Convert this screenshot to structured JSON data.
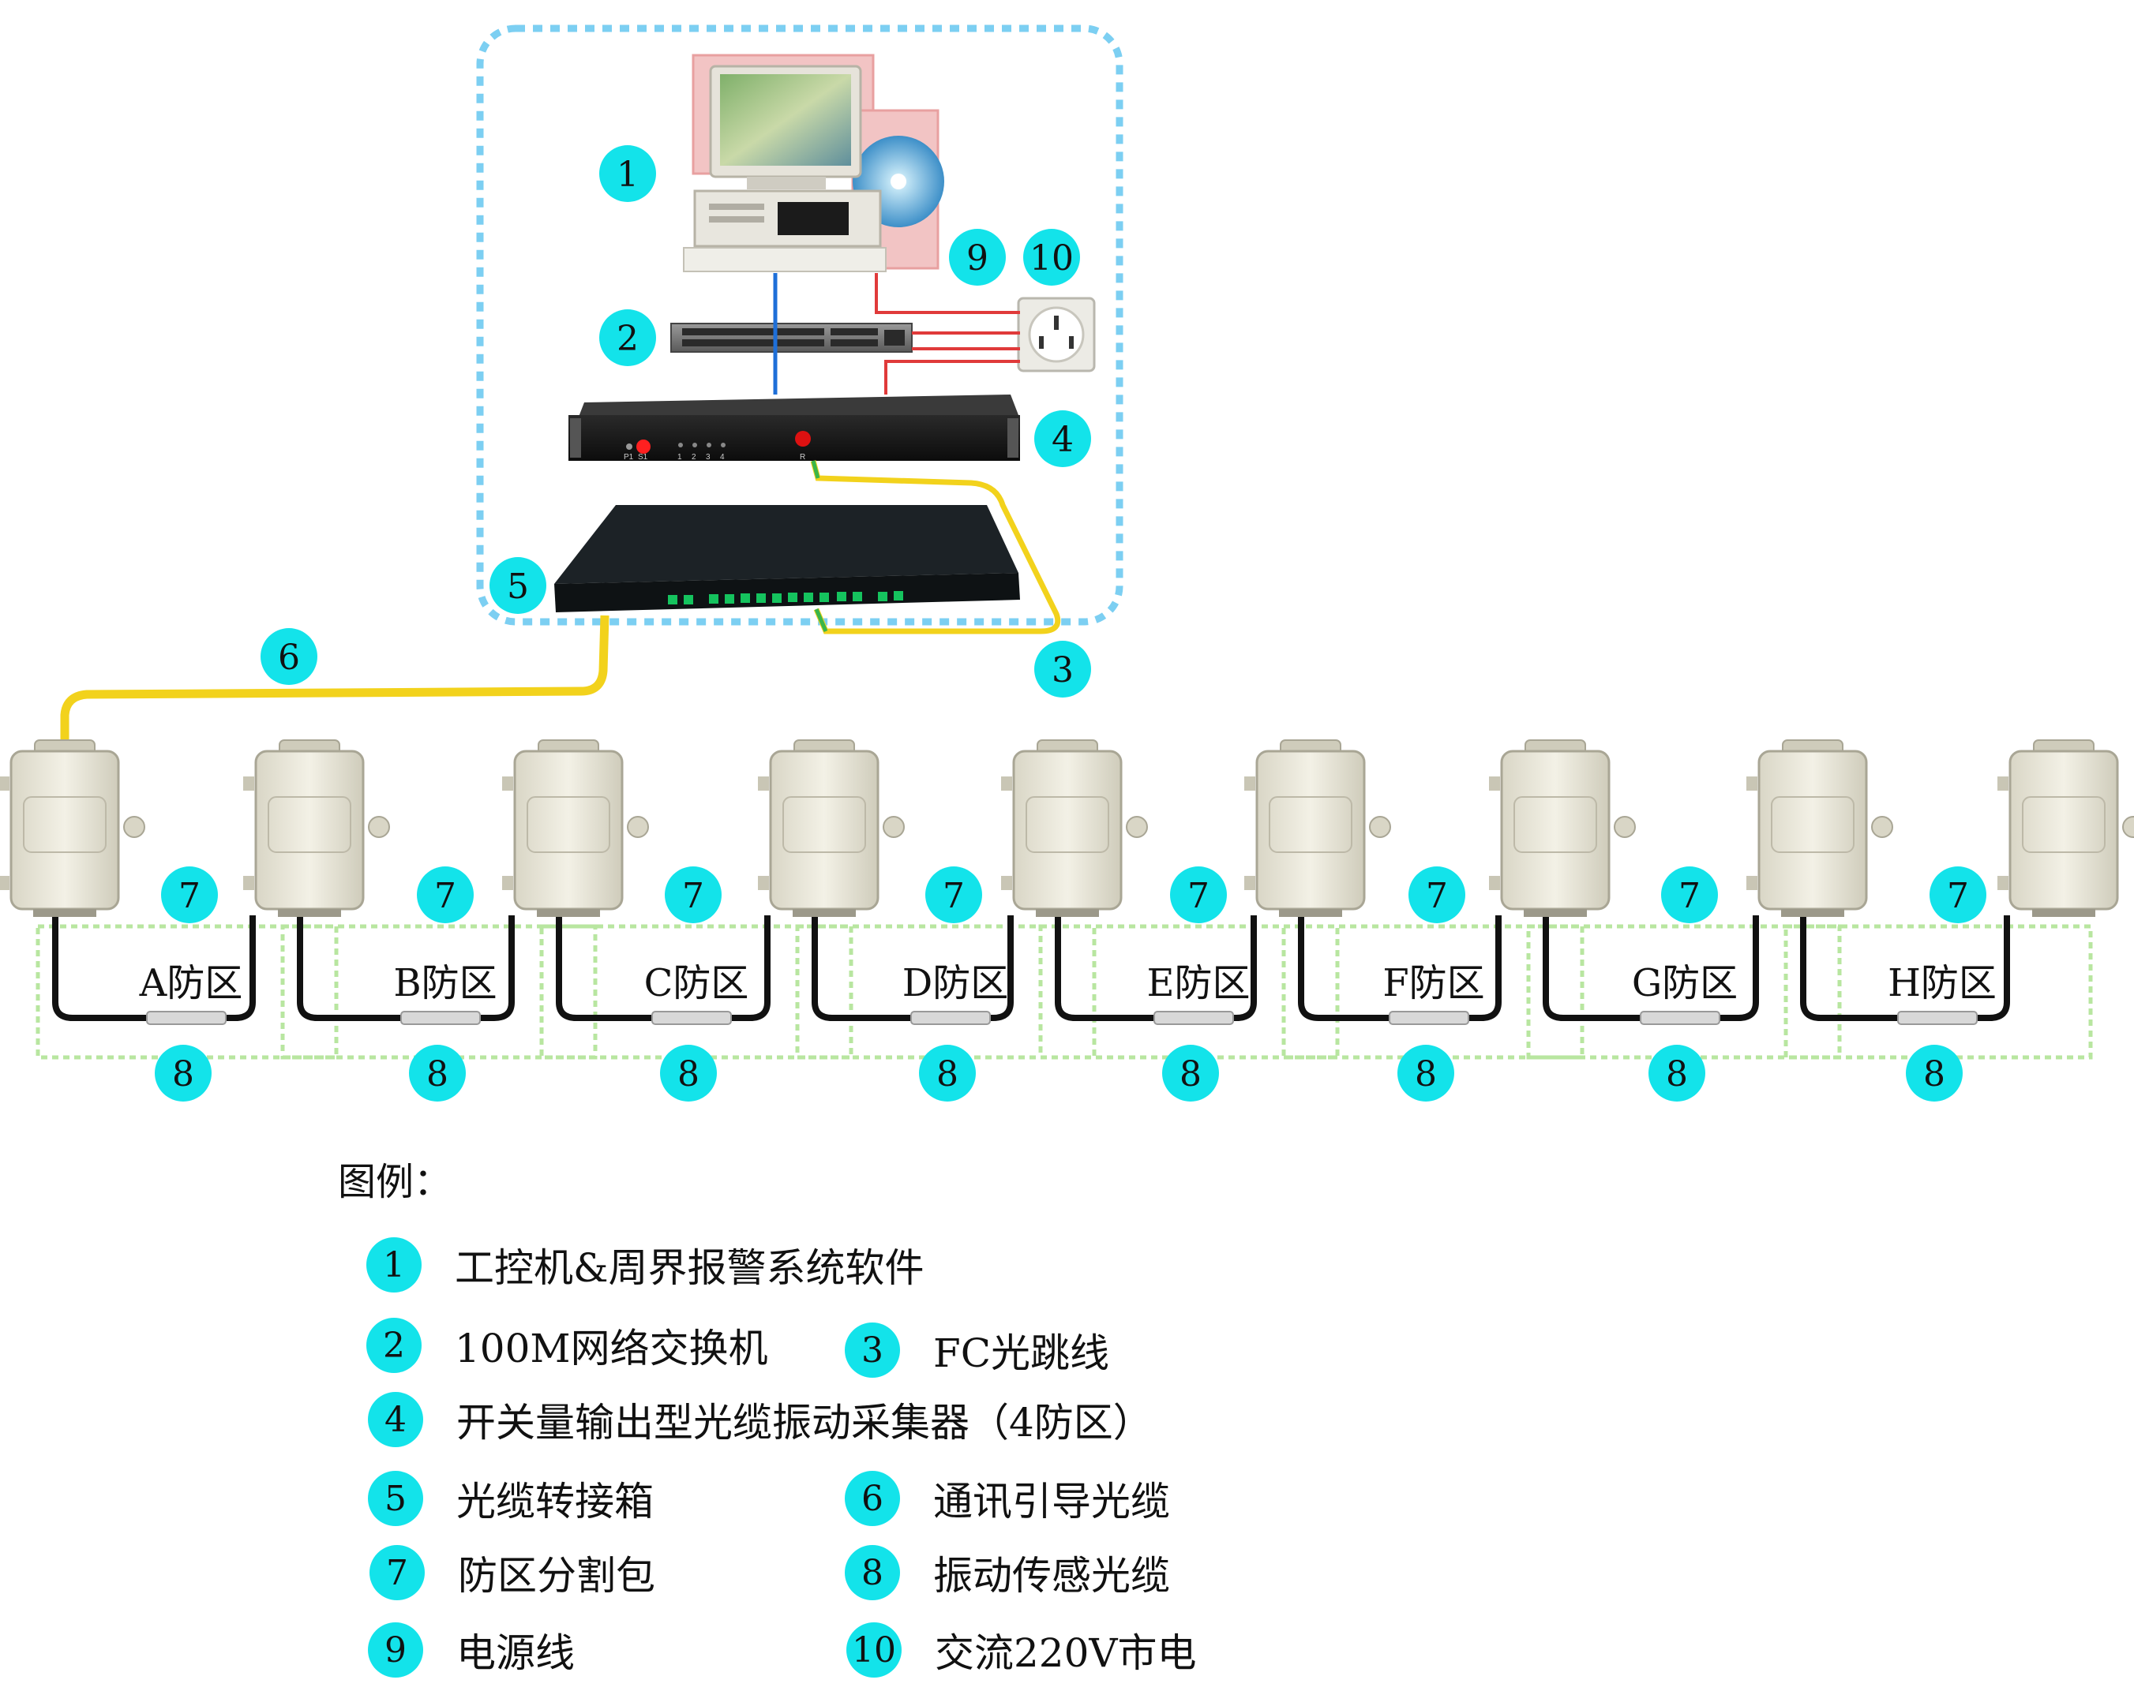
{
  "diagram": {
    "badges": {
      "b1": "1",
      "b2": "2",
      "b3": "3",
      "b4": "4",
      "b5": "5",
      "b6": "6",
      "b9": "9",
      "b10": "10",
      "seven": "7",
      "eight": "8"
    },
    "device4_panel": {
      "p1": "P1",
      "s1": "S1",
      "ch1": "1",
      "ch2": "2",
      "ch3": "3",
      "ch4": "4",
      "reset": "R"
    },
    "zones": [
      "A防区",
      "B防区",
      "C防区",
      "D防区",
      "E防区",
      "F防区",
      "G防区",
      "H防区"
    ],
    "colors": {
      "badge": "#13e3ea",
      "dashed_frame": "#7ccff2",
      "fiber": "#f2d21c",
      "power": "#e03a3a",
      "network": "#1e6fd8",
      "sensor_fiber": "#111111",
      "zone_frame": "#b8e6a0"
    }
  },
  "legend": {
    "title": "图例：",
    "items": [
      {
        "num": "1",
        "label": "工控机&周界报警系统软件"
      },
      {
        "num": "2",
        "label": "100M网络交换机"
      },
      {
        "num": "3",
        "label": "FC光跳线"
      },
      {
        "num": "4",
        "label": "开关量输出型光缆振动采集器（4防区）"
      },
      {
        "num": "5",
        "label": "光缆转接箱"
      },
      {
        "num": "6",
        "label": "通讯引导光缆"
      },
      {
        "num": "7",
        "label": "防区分割包"
      },
      {
        "num": "8",
        "label": "振动传感光缆"
      },
      {
        "num": "9",
        "label": "电源线"
      },
      {
        "num": "10",
        "label": "交流220V市电"
      }
    ]
  }
}
